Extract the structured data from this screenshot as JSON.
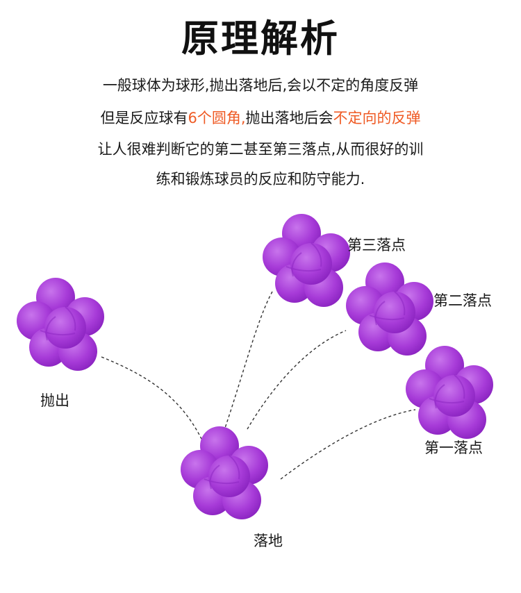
{
  "title": "原理解析",
  "description": {
    "line1": "一般球体为球形,抛出落地后,会以不定的角度反弹",
    "line2": {
      "part1": "但是反应球有",
      "highlight1": "6个圆角,",
      "part2": "抛出落地后会",
      "highlight2": "不定向的反弹"
    },
    "line3": "让人很难判断它的第二甚至第三落点,从而很好的训",
    "line4": "练和锻炼球员的反应和防守能力."
  },
  "labels": {
    "throw": "抛出",
    "landing": "落地",
    "third_point": "第三落点",
    "second_point": "第二落点",
    "first_point": "第一落点"
  },
  "colors": {
    "highlight": "#ef5a24",
    "ball": "#a63ad6",
    "ball_dark": "#8a22bf",
    "ball_light": "#c46de8"
  }
}
